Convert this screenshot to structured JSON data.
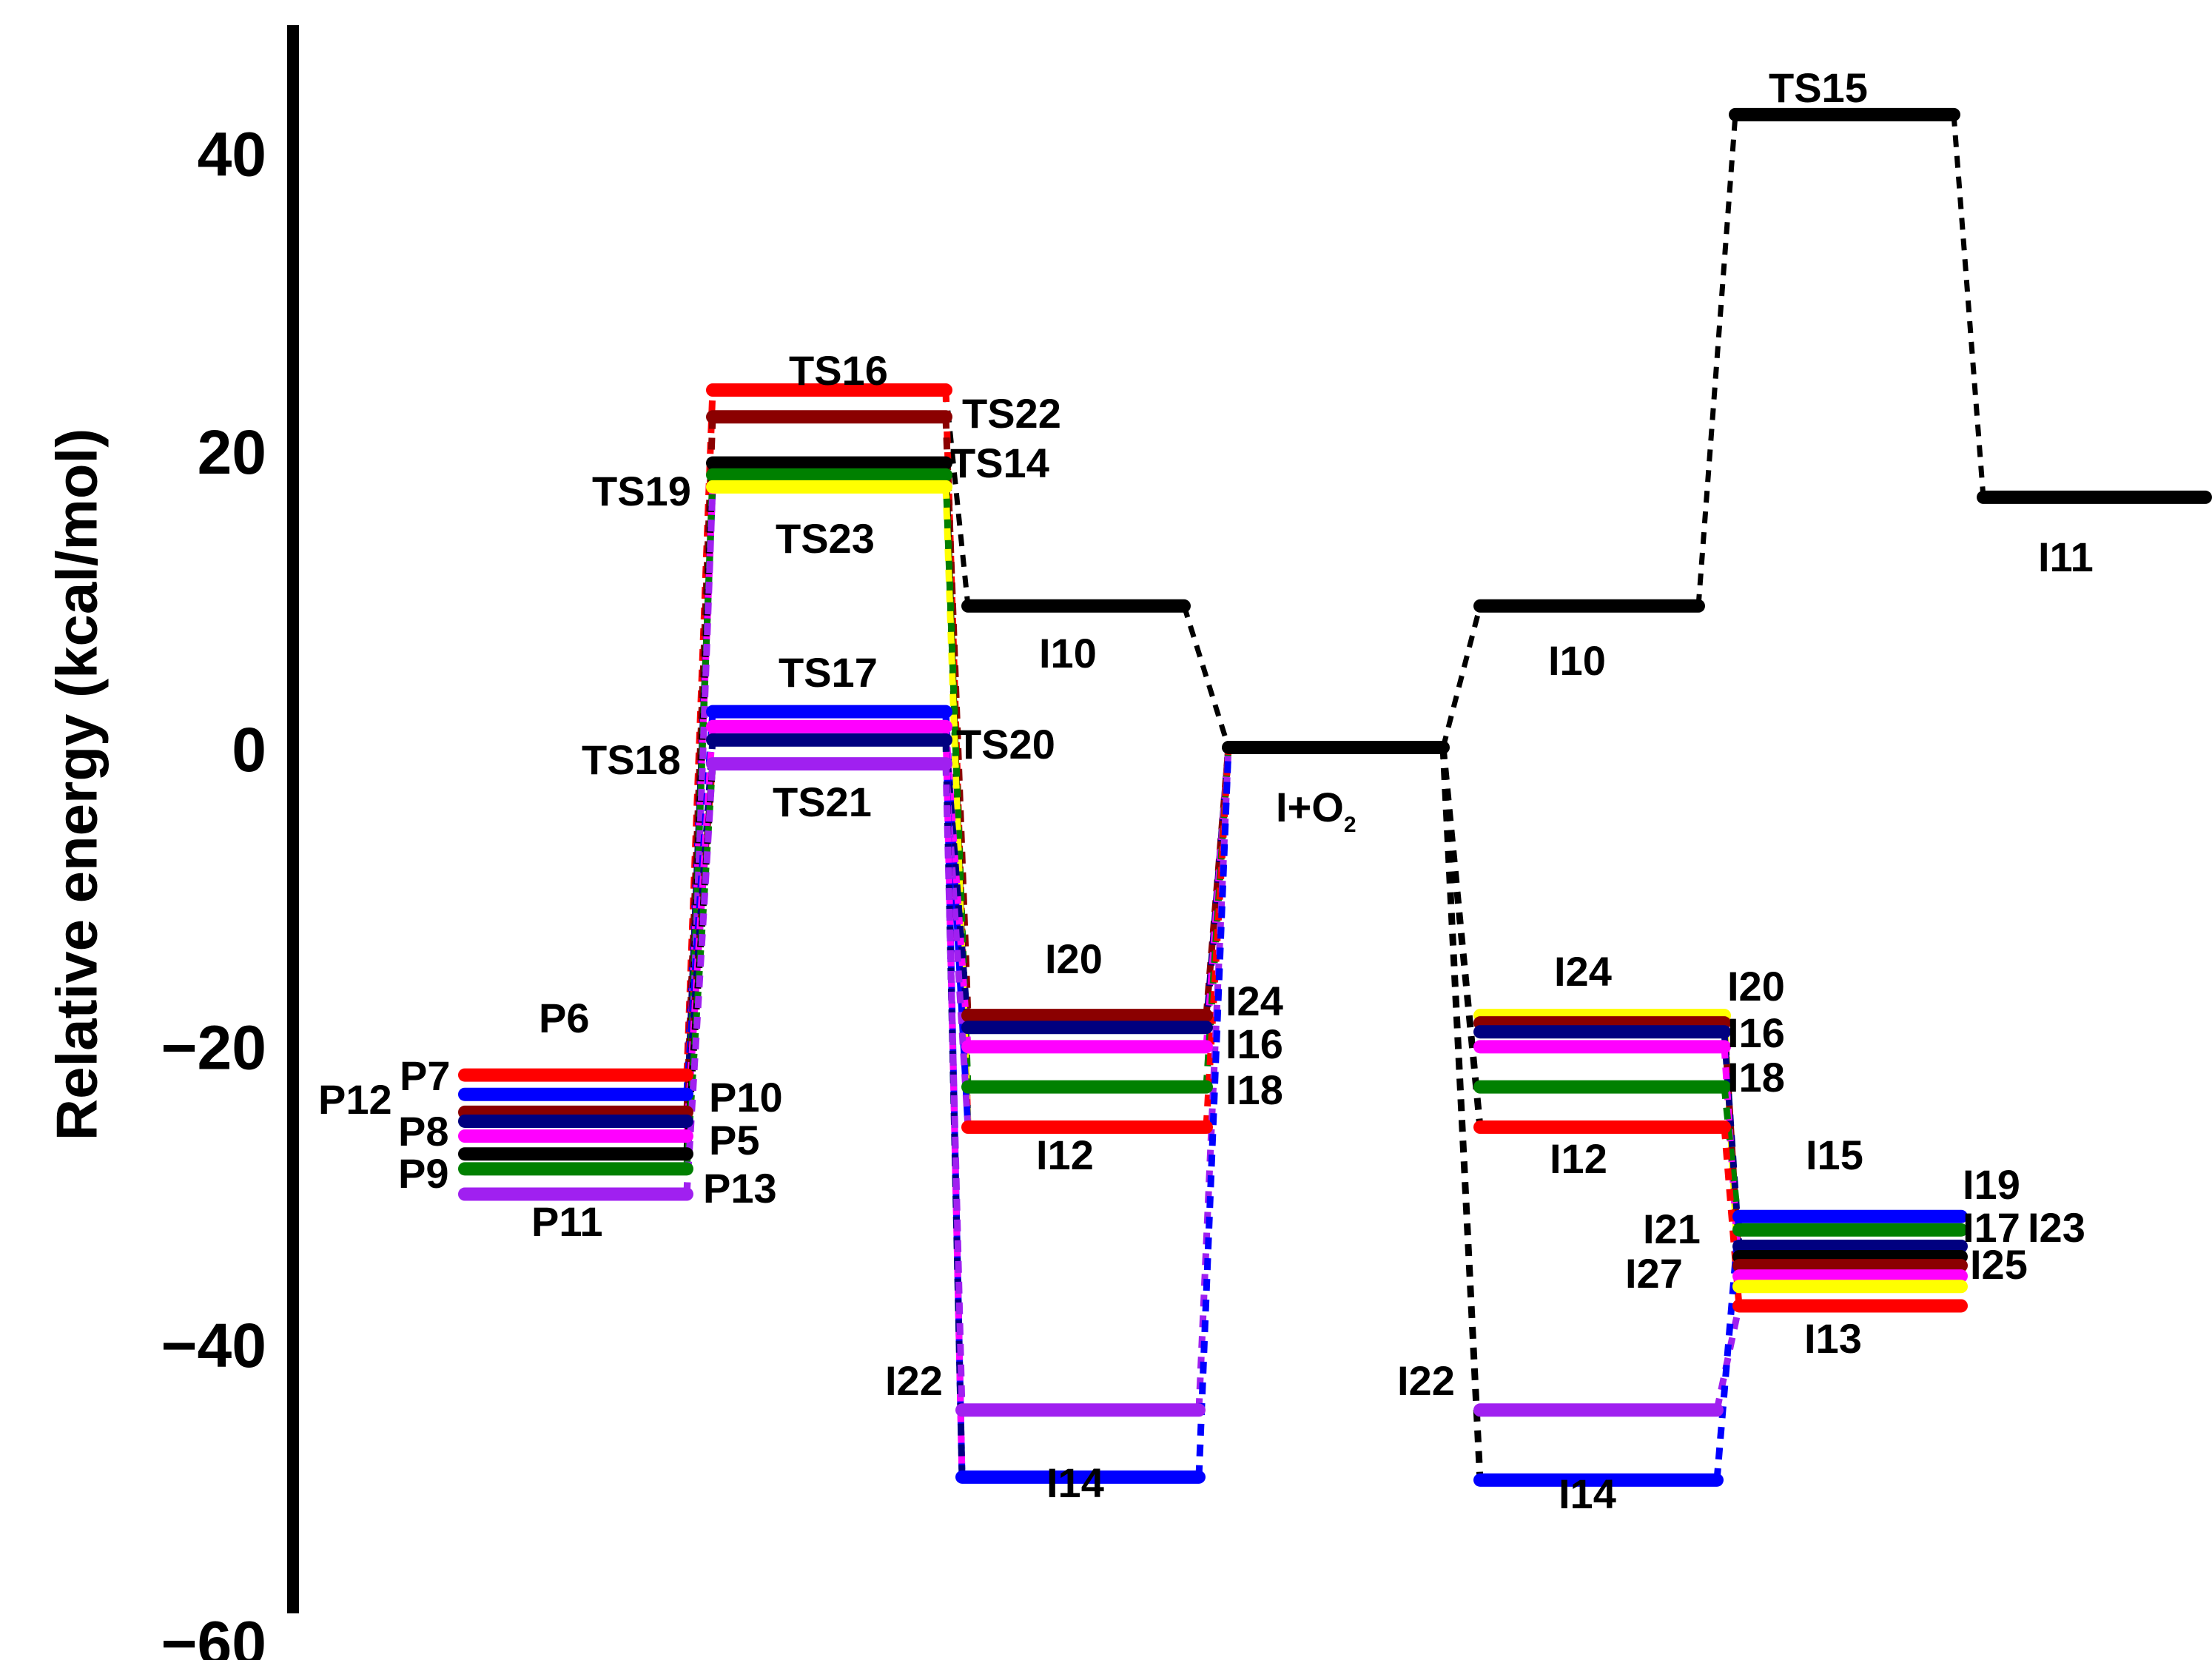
{
  "chart_data": {
    "type": "energy-level-diagram",
    "ylabel": "Relative energy  (kcal/mol)",
    "ylim": [
      -60,
      50
    ],
    "yticks": [
      40,
      20,
      0,
      -20,
      -40,
      -60
    ],
    "ytick_labels": [
      "40",
      "20",
      "0",
      "−20",
      "−40",
      "−60"
    ],
    "grid": false,
    "columns": [
      {
        "id": "products-left",
        "levels": [
          {
            "color": "#ff0000",
            "value": -21.5
          },
          {
            "color": "#0000ff",
            "value": -22.8
          },
          {
            "color": "#8b0000",
            "value": -24.0
          },
          {
            "color": "#000080",
            "value": -24.6
          },
          {
            "color": "#ff00ff",
            "value": -25.6
          },
          {
            "color": "#000000",
            "value": -26.8
          },
          {
            "color": "#008000",
            "value": -27.8
          },
          {
            "color": "#a020f0",
            "value": -29.5
          }
        ]
      },
      {
        "id": "ts-upper-left",
        "levels": [
          {
            "color": "#ff0000",
            "value": 24.5
          },
          {
            "color": "#8b0000",
            "value": 22.7
          },
          {
            "color": "#000000",
            "value": 19.6
          },
          {
            "color": "#008000",
            "value": 18.8
          },
          {
            "color": "#ffff00",
            "value": 18.0
          }
        ]
      },
      {
        "id": "ts-lower-left",
        "levels": [
          {
            "color": "#0000ff",
            "value": 2.9
          },
          {
            "color": "#ff00ff",
            "value": 1.9
          },
          {
            "color": "#000080",
            "value": 1.0
          },
          {
            "color": "#a020f0",
            "value": -0.6
          }
        ]
      },
      {
        "id": "i10-left",
        "levels": [
          {
            "color": "#000000",
            "value": 10.0
          }
        ]
      },
      {
        "id": "intermediates-left",
        "levels": [
          {
            "color": "#8b0000",
            "value": -17.5
          },
          {
            "color": "#000080",
            "value": -18.3
          },
          {
            "color": "#ff00ff",
            "value": -19.6
          },
          {
            "color": "#008000",
            "value": -22.3
          },
          {
            "color": "#ff0000",
            "value": -25.0
          }
        ]
      },
      {
        "id": "deep-left",
        "levels": [
          {
            "color": "#a020f0",
            "value": -44.0
          },
          {
            "color": "#0000ff",
            "value": -48.5
          }
        ]
      },
      {
        "id": "reactant",
        "levels": [
          {
            "color": "#000000",
            "value": 0.5
          }
        ]
      },
      {
        "id": "i10-right",
        "levels": [
          {
            "color": "#000000",
            "value": 10.0
          }
        ]
      },
      {
        "id": "intermediates-right",
        "levels": [
          {
            "color": "#ffff00",
            "value": -17.5
          },
          {
            "color": "#8b0000",
            "value": -18.0
          },
          {
            "color": "#000080",
            "value": -18.6
          },
          {
            "color": "#ff00ff",
            "value": -19.6
          },
          {
            "color": "#008000",
            "value": -22.3
          },
          {
            "color": "#ff0000",
            "value": -25.0
          }
        ]
      },
      {
        "id": "deep-right",
        "levels": [
          {
            "color": "#a020f0",
            "value": -44.0
          },
          {
            "color": "#0000ff",
            "value": -48.7
          }
        ]
      },
      {
        "id": "ts15",
        "levels": [
          {
            "color": "#000000",
            "value": 43.0
          }
        ]
      },
      {
        "id": "i11",
        "levels": [
          {
            "color": "#000000",
            "value": 17.3
          }
        ]
      },
      {
        "id": "products-right",
        "levels": [
          {
            "color": "#0000ff",
            "value": -31.0
          },
          {
            "color": "#008000",
            "value": -31.9
          },
          {
            "color": "#000080",
            "value": -33.0
          },
          {
            "color": "#000000",
            "value": -33.7
          },
          {
            "color": "#8b0000",
            "value": -34.3
          },
          {
            "color": "#ff00ff",
            "value": -35.0
          },
          {
            "color": "#ffff00",
            "value": -35.7
          },
          {
            "color": "#ff0000",
            "value": -37.0
          }
        ]
      }
    ],
    "connectors": [
      {
        "from": "products-left",
        "to": "ts-upper-left",
        "style": "dashed",
        "colored": true
      },
      {
        "from": "products-left",
        "to": "ts-lower-left",
        "style": "dashed",
        "colored": true
      },
      {
        "from": "ts-upper-left",
        "to": "i10-left",
        "style": "dashed",
        "color": "#000000"
      },
      {
        "from": "ts-upper-left",
        "to": "intermediates-left",
        "style": "dashed",
        "colored": true
      },
      {
        "from": "ts-lower-left",
        "to": "intermediates-left",
        "style": "dashed",
        "colored": true
      },
      {
        "from": "ts-lower-left",
        "to": "deep-left",
        "style": "dashed",
        "colored": true
      },
      {
        "from": "i10-left",
        "to": "reactant",
        "style": "dashed",
        "color": "#000000"
      },
      {
        "from": "intermediates-left",
        "to": "reactant",
        "style": "dashed",
        "colored": true
      },
      {
        "from": "deep-left",
        "to": "reactant",
        "style": "dashed",
        "colored": true
      },
      {
        "from": "reactant",
        "to": "i10-right",
        "style": "dashed",
        "color": "#000000"
      },
      {
        "from": "reactant",
        "to": "intermediates-right",
        "style": "dashed",
        "colored": true
      },
      {
        "from": "reactant",
        "to": "deep-right",
        "style": "dashed",
        "colored": true
      },
      {
        "from": "i10-right",
        "to": "ts15",
        "style": "dashed",
        "color": "#000000"
      },
      {
        "from": "ts15",
        "to": "i11",
        "style": "dashed",
        "color": "#000000"
      },
      {
        "from": "intermediates-right",
        "to": "products-right",
        "style": "dashed",
        "colored": true
      },
      {
        "from": "deep-right",
        "to": "products-right",
        "style": "dashed",
        "colored": true
      }
    ],
    "labels": [
      {
        "id": "P6",
        "text": "P6"
      },
      {
        "id": "P7",
        "text": "P7"
      },
      {
        "id": "P12",
        "text": "P12"
      },
      {
        "id": "P8",
        "text": "P8"
      },
      {
        "id": "P9",
        "text": "P9"
      },
      {
        "id": "P10",
        "text": "P10"
      },
      {
        "id": "P5",
        "text": "P5"
      },
      {
        "id": "P13",
        "text": "P13"
      },
      {
        "id": "P11",
        "text": "P11"
      },
      {
        "id": "TS16",
        "text": "TS16"
      },
      {
        "id": "TS22",
        "text": "TS22"
      },
      {
        "id": "TS14",
        "text": "TS14"
      },
      {
        "id": "TS19",
        "text": "TS19"
      },
      {
        "id": "TS23",
        "text": "TS23"
      },
      {
        "id": "TS17",
        "text": "TS17"
      },
      {
        "id": "TS18",
        "text": "TS18"
      },
      {
        "id": "TS20",
        "text": "TS20"
      },
      {
        "id": "TS21",
        "text": "TS21"
      },
      {
        "id": "I10a",
        "text": "I10"
      },
      {
        "id": "I20a",
        "text": "I20"
      },
      {
        "id": "I24a",
        "text": "I24"
      },
      {
        "id": "I16a",
        "text": "I16"
      },
      {
        "id": "I18a",
        "text": "I18"
      },
      {
        "id": "I12a",
        "text": "I12"
      },
      {
        "id": "I22a",
        "text": "I22"
      },
      {
        "id": "I14a",
        "text": "I14"
      },
      {
        "id": "IO2",
        "text": "I+O",
        "subscript": "2"
      },
      {
        "id": "I10b",
        "text": "I10"
      },
      {
        "id": "TS15",
        "text": "TS15"
      },
      {
        "id": "I11",
        "text": "I11"
      },
      {
        "id": "I24b",
        "text": "I24"
      },
      {
        "id": "I20b",
        "text": "I20"
      },
      {
        "id": "I16b",
        "text": "I16"
      },
      {
        "id": "I18b",
        "text": "I18"
      },
      {
        "id": "I12b",
        "text": "I12"
      },
      {
        "id": "I22b",
        "text": "I22"
      },
      {
        "id": "I14b",
        "text": "I14"
      },
      {
        "id": "I15",
        "text": "I15"
      },
      {
        "id": "I19",
        "text": "I19"
      },
      {
        "id": "I17",
        "text": "I17"
      },
      {
        "id": "I23",
        "text": "I23"
      },
      {
        "id": "I21",
        "text": "I21"
      },
      {
        "id": "I27",
        "text": "I27"
      },
      {
        "id": "I25",
        "text": "I25"
      },
      {
        "id": "I13",
        "text": "I13"
      }
    ]
  }
}
